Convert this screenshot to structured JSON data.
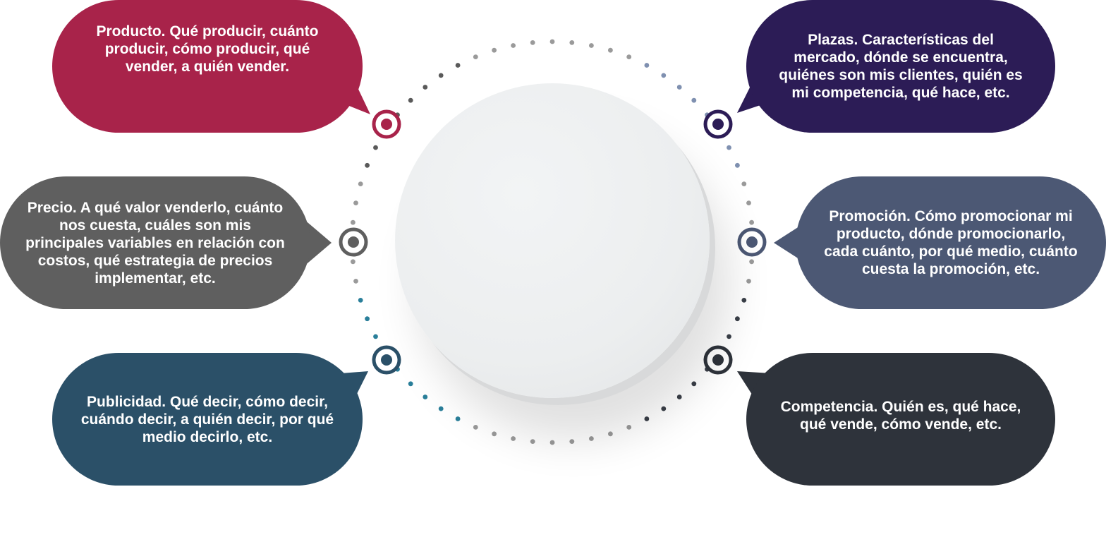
{
  "items": [
    {
      "key": "producto",
      "text": "Producto. Qué producir, cuánto producir, cómo producir, qué vender, a quién vender.",
      "color": "#a8234a",
      "ring_color": "#a8234a"
    },
    {
      "key": "precio",
      "text": "Precio. A qué valor venderlo, cuánto nos cuesta, cuáles son mis principales variables en relación con costos, qué estrategia de precios implementar, etc.",
      "color": "#5f5f5f",
      "ring_color": "#5f5f5f"
    },
    {
      "key": "publicidad",
      "text": "Publicidad. Qué decir, cómo decir, cuándo decir, a quién decir, por qué medio decirlo, etc.",
      "color": "#2b5068",
      "ring_color": "#2b5068"
    },
    {
      "key": "plazas",
      "text": "Plazas. Características del mercado, dónde se encuentra, quiénes son mis clientes, quién es mi competencia, qué hace, etc.",
      "color": "#2c1c56",
      "ring_color": "#2c1c56"
    },
    {
      "key": "promocion",
      "text": "Promoción. Cómo promocionar mi producto, dónde promocionarlo, cada cuánto, por qué medio, cuánto cuesta la promoción, etc.",
      "color": "#4c5874",
      "ring_color": "#4c5874"
    },
    {
      "key": "competencia",
      "text": "Competencia. Quién es, qué hace, qué vende, cómo vende, etc.",
      "color": "#2e333b",
      "ring_color": "#2e333b"
    }
  ],
  "dot_colors": {
    "default": "#9a9a9a",
    "left_upper": "#5a5a5a",
    "left_lower": "#2a7f9a",
    "right_upper": "#7f90b0",
    "right_lower": "#3a3f48"
  }
}
